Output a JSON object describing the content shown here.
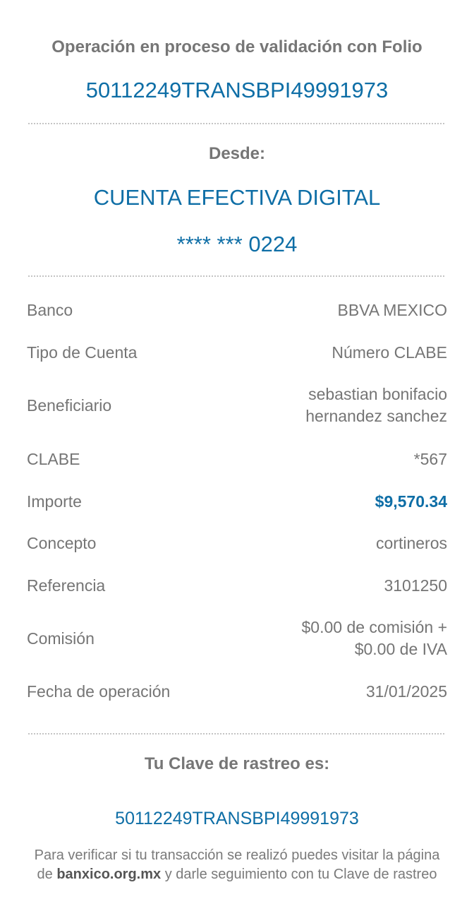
{
  "header": {
    "title": "Operación en proceso de validación con Folio",
    "folio": "50112249TRANSBPI49991973"
  },
  "source": {
    "label": "Desde:",
    "account_name": "CUENTA EFECTIVA DIGITAL",
    "account_number": "**** *** 0224"
  },
  "details": [
    {
      "label": "Banco",
      "value": "BBVA MEXICO"
    },
    {
      "label": "Tipo de Cuenta",
      "value": "Número CLABE"
    },
    {
      "label": "Beneficiario",
      "value": "sebastian bonifacio",
      "value2": "hernandez sanchez"
    },
    {
      "label": "CLABE",
      "value": "*567"
    },
    {
      "label": "Importe",
      "value": "$9,570.34"
    },
    {
      "label": "Concepto",
      "value": "cortineros"
    },
    {
      "label": "Referencia",
      "value": "3101250"
    },
    {
      "label": "Comisión",
      "value": "$0.00 de comisión +",
      "value2": "$0.00 de IVA"
    },
    {
      "label": "Fecha de operación",
      "value": "31/01/2025"
    }
  ],
  "tracking": {
    "label": "Tu Clave de rastreo es:",
    "key": "50112249TRANSBPI49991973",
    "note_part1": "Para verificar si tu transacción se realizó puedes visitar la página de ",
    "note_link": "banxico.org.mx",
    "note_part2": " y darle seguimiento con tu Clave de rastreo"
  },
  "colors": {
    "accent": "#0e6ea6",
    "label": "#757575"
  }
}
